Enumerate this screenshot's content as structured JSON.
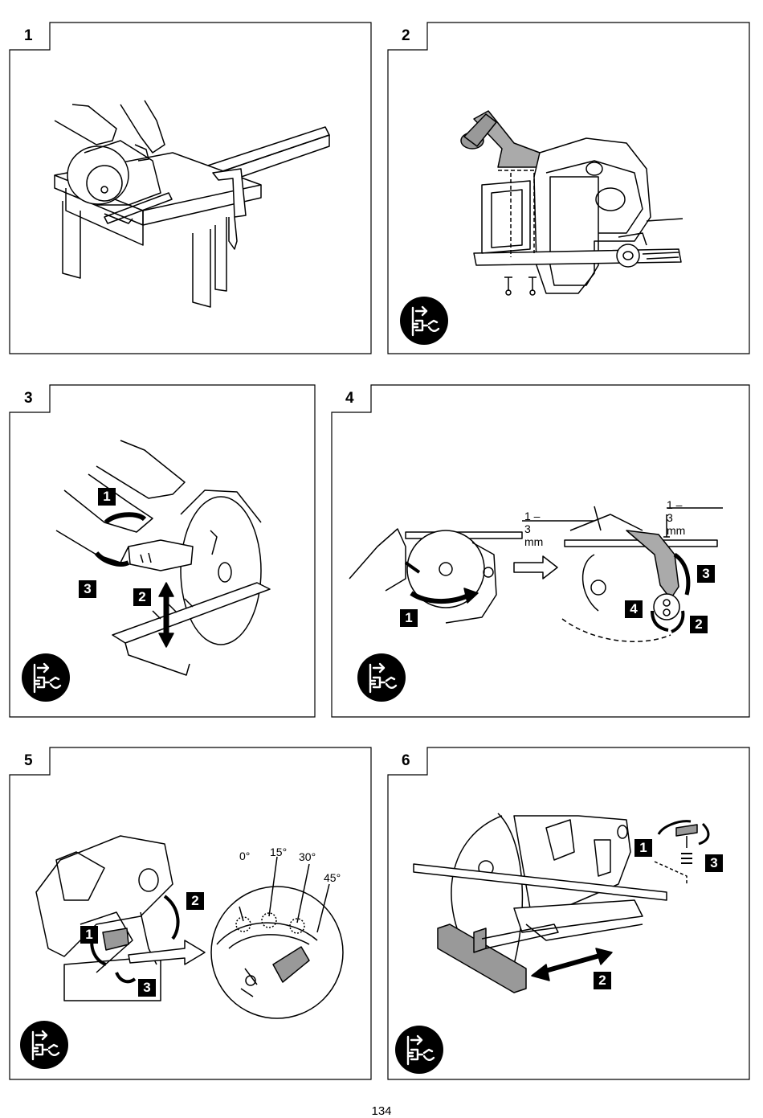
{
  "page_number": "134",
  "icons": {
    "unplug": "unplug-warning-icon"
  },
  "panels": [
    {
      "label": "1",
      "callouts": []
    },
    {
      "label": "2",
      "callouts": []
    },
    {
      "label": "3",
      "callouts": [
        "1",
        "2",
        "3"
      ]
    },
    {
      "label": "4",
      "callouts": [
        "1",
        "2",
        "3",
        "4"
      ],
      "dims": [
        "1 – 3 mm",
        "1 – 3 mm"
      ]
    },
    {
      "label": "5",
      "callouts": [
        "1",
        "2",
        "3"
      ],
      "angles": [
        "0°",
        "15°",
        "30°",
        "45°"
      ]
    },
    {
      "label": "6",
      "callouts": [
        "1",
        "2",
        "3"
      ]
    }
  ]
}
